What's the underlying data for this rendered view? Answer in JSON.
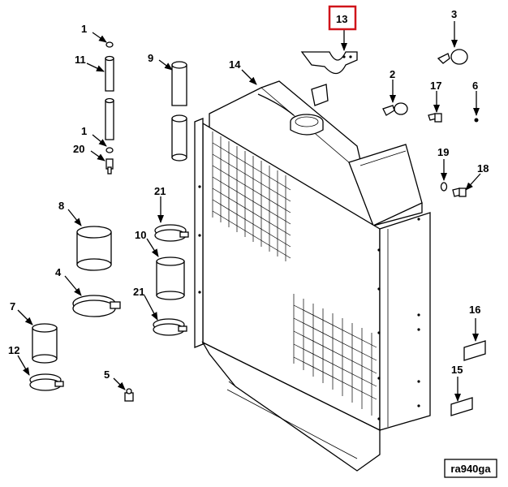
{
  "diagram": {
    "reference_code": "ra940ga",
    "highlighted_callout": "13",
    "highlight_color": "#d0141a",
    "callouts": [
      "1",
      "11",
      "1",
      "20",
      "9",
      "13",
      "3",
      "14",
      "2",
      "17",
      "6",
      "19",
      "18",
      "8",
      "21",
      "10",
      "4",
      "21",
      "7",
      "12",
      "5",
      "16",
      "15"
    ]
  }
}
